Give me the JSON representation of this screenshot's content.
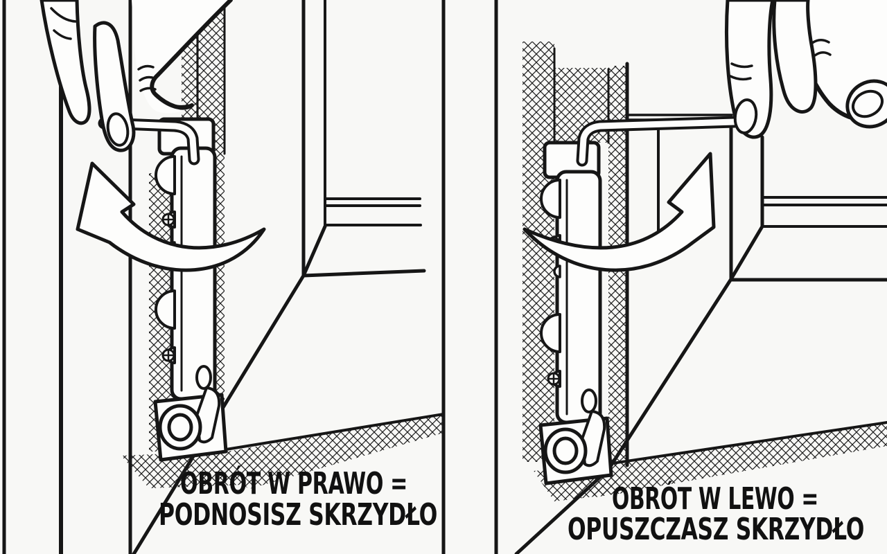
{
  "figure": {
    "ink_color": "#161616",
    "paper_color": "#f8f8f6",
    "panels": [
      {
        "id": "left",
        "caption_line1": "OBRÓT W PRAWO =",
        "caption_line2": "PODNOSISZ SKRZYDŁO",
        "arrow_direction": "up-left",
        "rotation": "counterclockwise"
      },
      {
        "id": "right",
        "caption_line1": "OBRÓT W LEWO =",
        "caption_line2": "OPUSZCZASZ SKRZYDŁO",
        "arrow_direction": "up-right",
        "rotation": "clockwise"
      }
    ]
  }
}
